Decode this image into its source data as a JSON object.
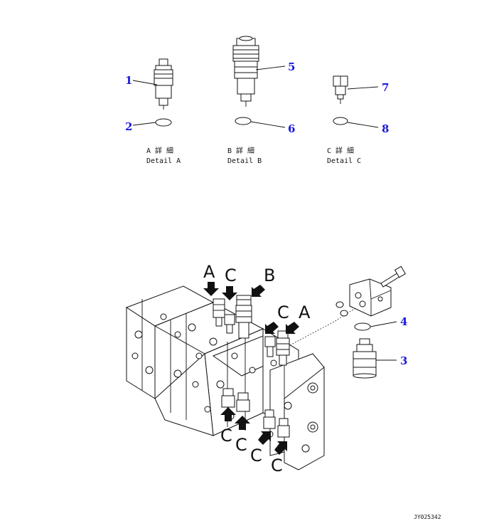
{
  "callouts": {
    "n1": "1",
    "n2": "2",
    "n3": "3",
    "n4": "4",
    "n5": "5",
    "n6": "6",
    "n7": "7",
    "n8": "8"
  },
  "details": {
    "a": {
      "jp": "A 詳 細",
      "en": "Detail A"
    },
    "b": {
      "jp": "B 詳 細",
      "en": "Detail B"
    },
    "c": {
      "jp": "C 詳 細",
      "en": "Detail C"
    }
  },
  "markers": {
    "top_a": "A",
    "top_c": "C",
    "top_b": "B",
    "right_c": "C",
    "right_a": "A",
    "bottom_c1": "C",
    "bottom_c2": "C",
    "bottom_c3": "C",
    "bottom_c4": "C"
  },
  "figure_code": "JY025342",
  "colors": {
    "callout": "#1a1adb",
    "line": "#111111"
  }
}
